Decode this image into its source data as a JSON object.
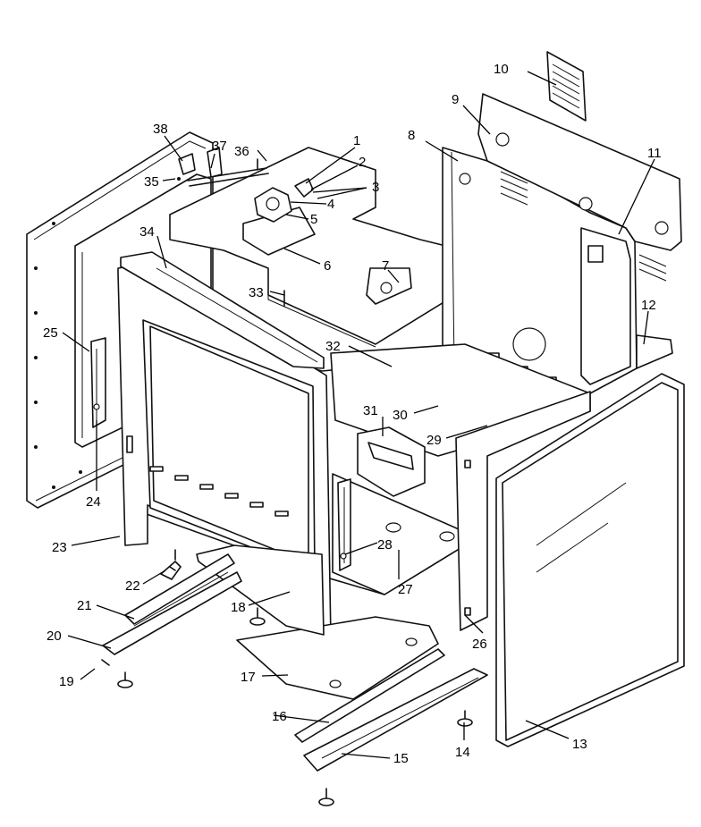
{
  "callouts": [
    {
      "id": "1",
      "text": "1"
    },
    {
      "id": "2",
      "text": "2"
    },
    {
      "id": "3",
      "text": "3"
    },
    {
      "id": "4",
      "text": "4"
    },
    {
      "id": "5",
      "text": "5"
    },
    {
      "id": "6",
      "text": "6"
    },
    {
      "id": "7",
      "text": "7"
    },
    {
      "id": "8",
      "text": "8"
    },
    {
      "id": "9",
      "text": "9"
    },
    {
      "id": "10",
      "text": "10"
    },
    {
      "id": "11",
      "text": "11"
    },
    {
      "id": "12",
      "text": "12"
    },
    {
      "id": "13",
      "text": "13"
    },
    {
      "id": "14",
      "text": "14"
    },
    {
      "id": "15",
      "text": "15"
    },
    {
      "id": "16",
      "text": "16"
    },
    {
      "id": "17",
      "text": "17"
    },
    {
      "id": "18",
      "text": "18"
    },
    {
      "id": "19",
      "text": "19"
    },
    {
      "id": "20",
      "text": "20"
    },
    {
      "id": "21",
      "text": "21"
    },
    {
      "id": "22",
      "text": "22"
    },
    {
      "id": "23",
      "text": "23"
    },
    {
      "id": "24",
      "text": "24"
    },
    {
      "id": "25",
      "text": "25"
    },
    {
      "id": "26",
      "text": "26"
    },
    {
      "id": "27",
      "text": "27"
    },
    {
      "id": "28",
      "text": "28"
    },
    {
      "id": "29",
      "text": "29"
    },
    {
      "id": "30",
      "text": "30"
    },
    {
      "id": "31",
      "text": "31"
    },
    {
      "id": "32",
      "text": "32"
    },
    {
      "id": "33",
      "text": "33"
    },
    {
      "id": "34",
      "text": "34"
    },
    {
      "id": "35",
      "text": "35"
    },
    {
      "id": "36",
      "text": "36"
    },
    {
      "id": "37",
      "text": "37"
    },
    {
      "id": "38",
      "text": "38"
    }
  ],
  "colors": {
    "ink": "#111111",
    "background": "#ffffff"
  }
}
